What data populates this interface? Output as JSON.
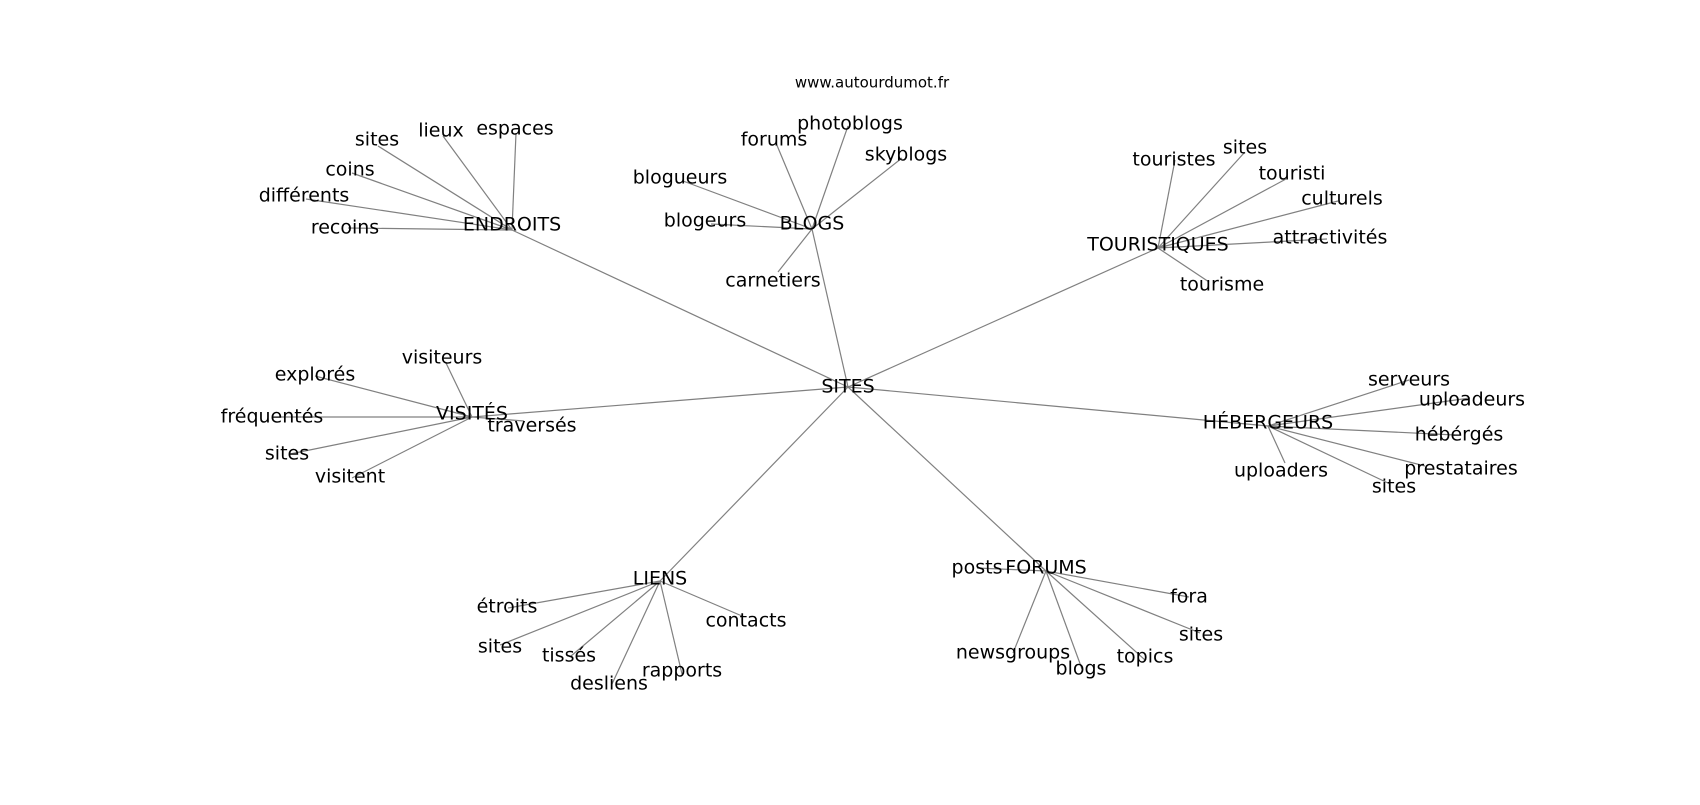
{
  "credit": "www.autourdumot.fr",
  "center": "SITES",
  "clusters": [
    {
      "hub": "ENDROITS",
      "leaves": [
        "sites",
        "lieux",
        "espaces",
        "coins",
        "différents",
        "recoins"
      ]
    },
    {
      "hub": "BLOGS",
      "leaves": [
        "photoblogs",
        "forums",
        "skyblogs",
        "blogueurs",
        "blogeurs",
        "carnetiers"
      ]
    },
    {
      "hub": "TOURISTIQUES",
      "leaves": [
        "touristes",
        "sites",
        "touristi",
        "culturels",
        "attractivités",
        "tourisme"
      ]
    },
    {
      "hub": "VISITÉS",
      "leaves": [
        "visiteurs",
        "explorés",
        "fréquentés",
        "traversés",
        "sites",
        "visitent"
      ]
    },
    {
      "hub": "HÉBERGEURS",
      "leaves": [
        "serveurs",
        "uploadeurs",
        "hébérgés",
        "prestataires",
        "uploaders",
        "sites"
      ]
    },
    {
      "hub": "LIENS",
      "leaves": [
        "étroits",
        "contacts",
        "sites",
        "tissés",
        "rapports",
        "desliens"
      ]
    },
    {
      "hub": "FORUMS",
      "leaves": [
        "posts",
        "fora",
        "sites",
        "newsgroups",
        "topics",
        "blogs"
      ]
    }
  ]
}
